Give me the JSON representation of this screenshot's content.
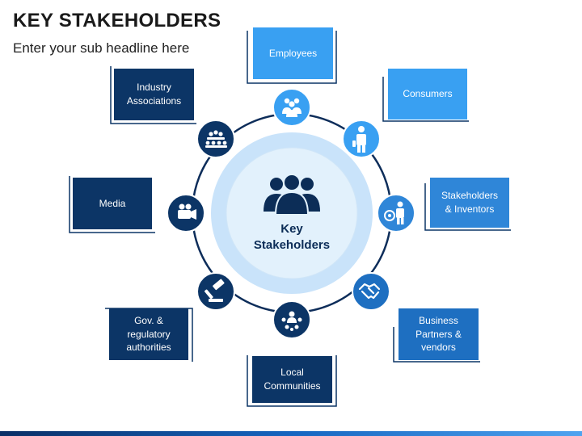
{
  "header": {
    "title": "KEY STAKEHOLDERS",
    "subtitle": "Enter your sub headline here"
  },
  "center": {
    "line1": "Key",
    "line2": "Stakeholders",
    "icon": "group-icon"
  },
  "colors": {
    "dark_navy": "#0c3566",
    "mid_blue": "#1e6fc1",
    "light_blue": "#39a0f2",
    "ring": "#0d2d5a",
    "center_outer": "#c9e3fa",
    "center_inner": "#e2f1fc"
  },
  "stakeholders": [
    {
      "id": "employees",
      "lines": [
        "Employees"
      ],
      "icon": "team-icon"
    },
    {
      "id": "consumers",
      "lines": [
        "Consumers"
      ],
      "icon": "person-icon"
    },
    {
      "id": "stakeholders-inventors",
      "lines": [
        "Stakeholders",
        "& Inventors"
      ],
      "icon": "investor-icon"
    },
    {
      "id": "business-partners",
      "lines": [
        "Business",
        "Partners &",
        "vendors"
      ],
      "icon": "handshake-icon"
    },
    {
      "id": "local-communities",
      "lines": [
        "Local",
        "Communities"
      ],
      "icon": "community-icon"
    },
    {
      "id": "gov-regulatory",
      "lines": [
        "Gov. &",
        "regulatory",
        "authorities"
      ],
      "icon": "gavel-icon"
    },
    {
      "id": "media",
      "lines": [
        "Media"
      ],
      "icon": "video-camera-icon"
    },
    {
      "id": "industry-associations",
      "lines": [
        "Industry",
        "Associations"
      ],
      "icon": "meeting-icon"
    }
  ]
}
